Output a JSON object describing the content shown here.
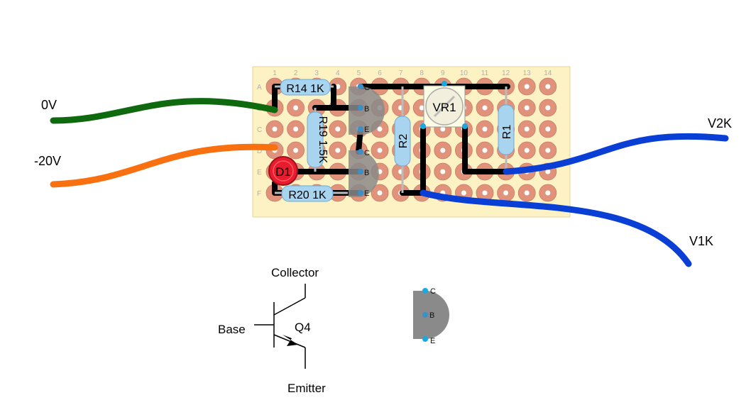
{
  "board": {
    "columns": [
      "1",
      "2",
      "3",
      "4",
      "5",
      "6",
      "7",
      "8",
      "9",
      "10",
      "11",
      "12",
      "13",
      "14"
    ],
    "rows": [
      "A",
      "B",
      "C",
      "D",
      "E",
      "F"
    ]
  },
  "wires": {
    "zero_v": "0V",
    "minus_20v": "-20V",
    "v2k": "V2K",
    "v1k": "V1K"
  },
  "components": {
    "r14": "R14 1K",
    "r19": "R19 1.5K",
    "r20": "R20 1K",
    "r2": "R2",
    "r1": "R1",
    "vr1": "VR1",
    "d1": "D1"
  },
  "transistor_pins": {
    "c": "C",
    "b": "B",
    "e": "E"
  },
  "symbol": {
    "collector": "Collector",
    "base": "Base",
    "emitter": "Emitter",
    "name": "Q4"
  },
  "colors": {
    "board": "#fdf2c4",
    "pad": "#e0937a",
    "wire_green": "#0f6a0f",
    "wire_orange": "#f97010",
    "wire_blue": "#0a3fd6",
    "resistor": "#a8d4f0",
    "led": "#e81c2c",
    "transistor": "#8a8a8a"
  }
}
